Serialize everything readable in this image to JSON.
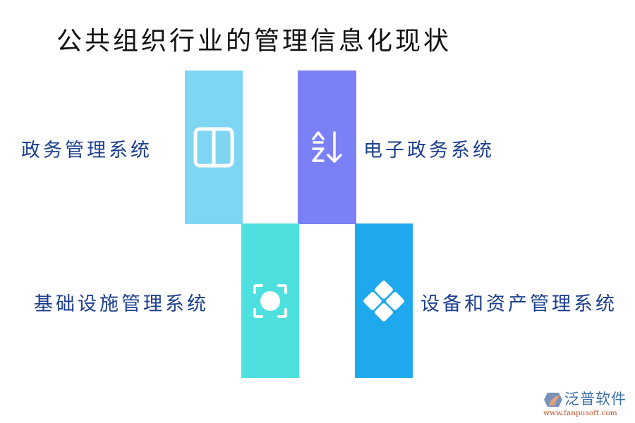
{
  "title": "公共组织行业的管理信息化现状",
  "colors": {
    "bar1": "#7fd6f3",
    "bar2": "#7b80f5",
    "bar3": "#4ee0df",
    "bar4": "#1ea9ee",
    "label": "#1c3f8f",
    "title": "#111111",
    "icon": "#ffffff"
  },
  "items": [
    {
      "label": "政务管理系统",
      "icon": "split-columns-icon",
      "color": "#7fd6f3"
    },
    {
      "label": "电子政务系统",
      "icon": "sort-az-icon",
      "color": "#7b80f5"
    },
    {
      "label": "基础设施管理系统",
      "icon": "focus-capture-icon",
      "color": "#4ee0df"
    },
    {
      "label": "设备和资产管理系统",
      "icon": "diamond-grid-icon",
      "color": "#1ea9ee"
    }
  ],
  "logo": {
    "brand": "泛普软件",
    "url": "www.fanpusoft.com"
  }
}
